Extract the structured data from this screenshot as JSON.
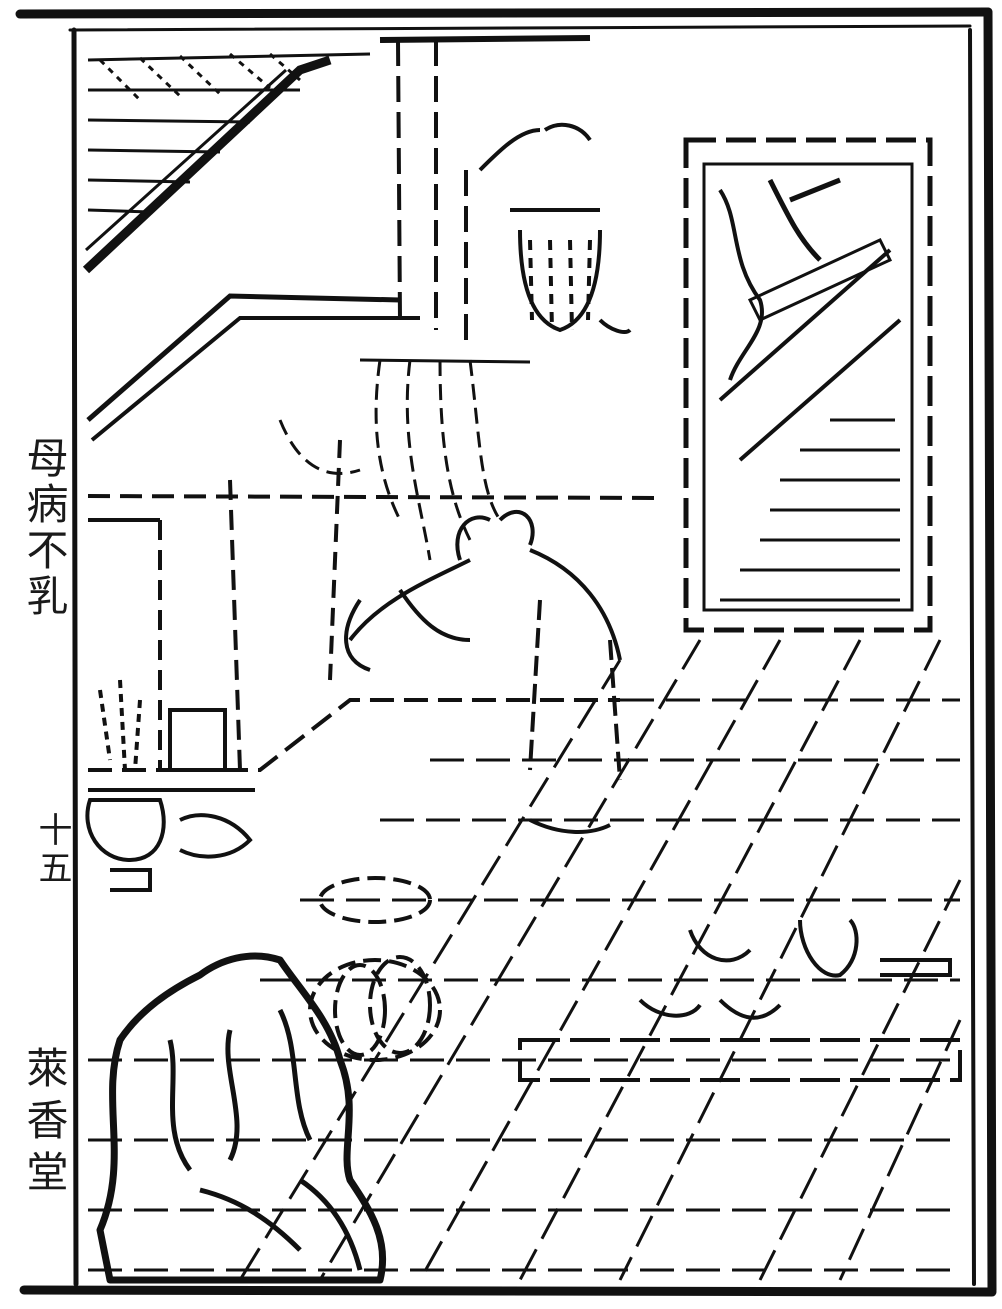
{
  "print": {
    "title": "母病不乳",
    "page_number": "十五",
    "studio": "萊香堂",
    "ink": "#111111",
    "paper": "#ffffff"
  }
}
